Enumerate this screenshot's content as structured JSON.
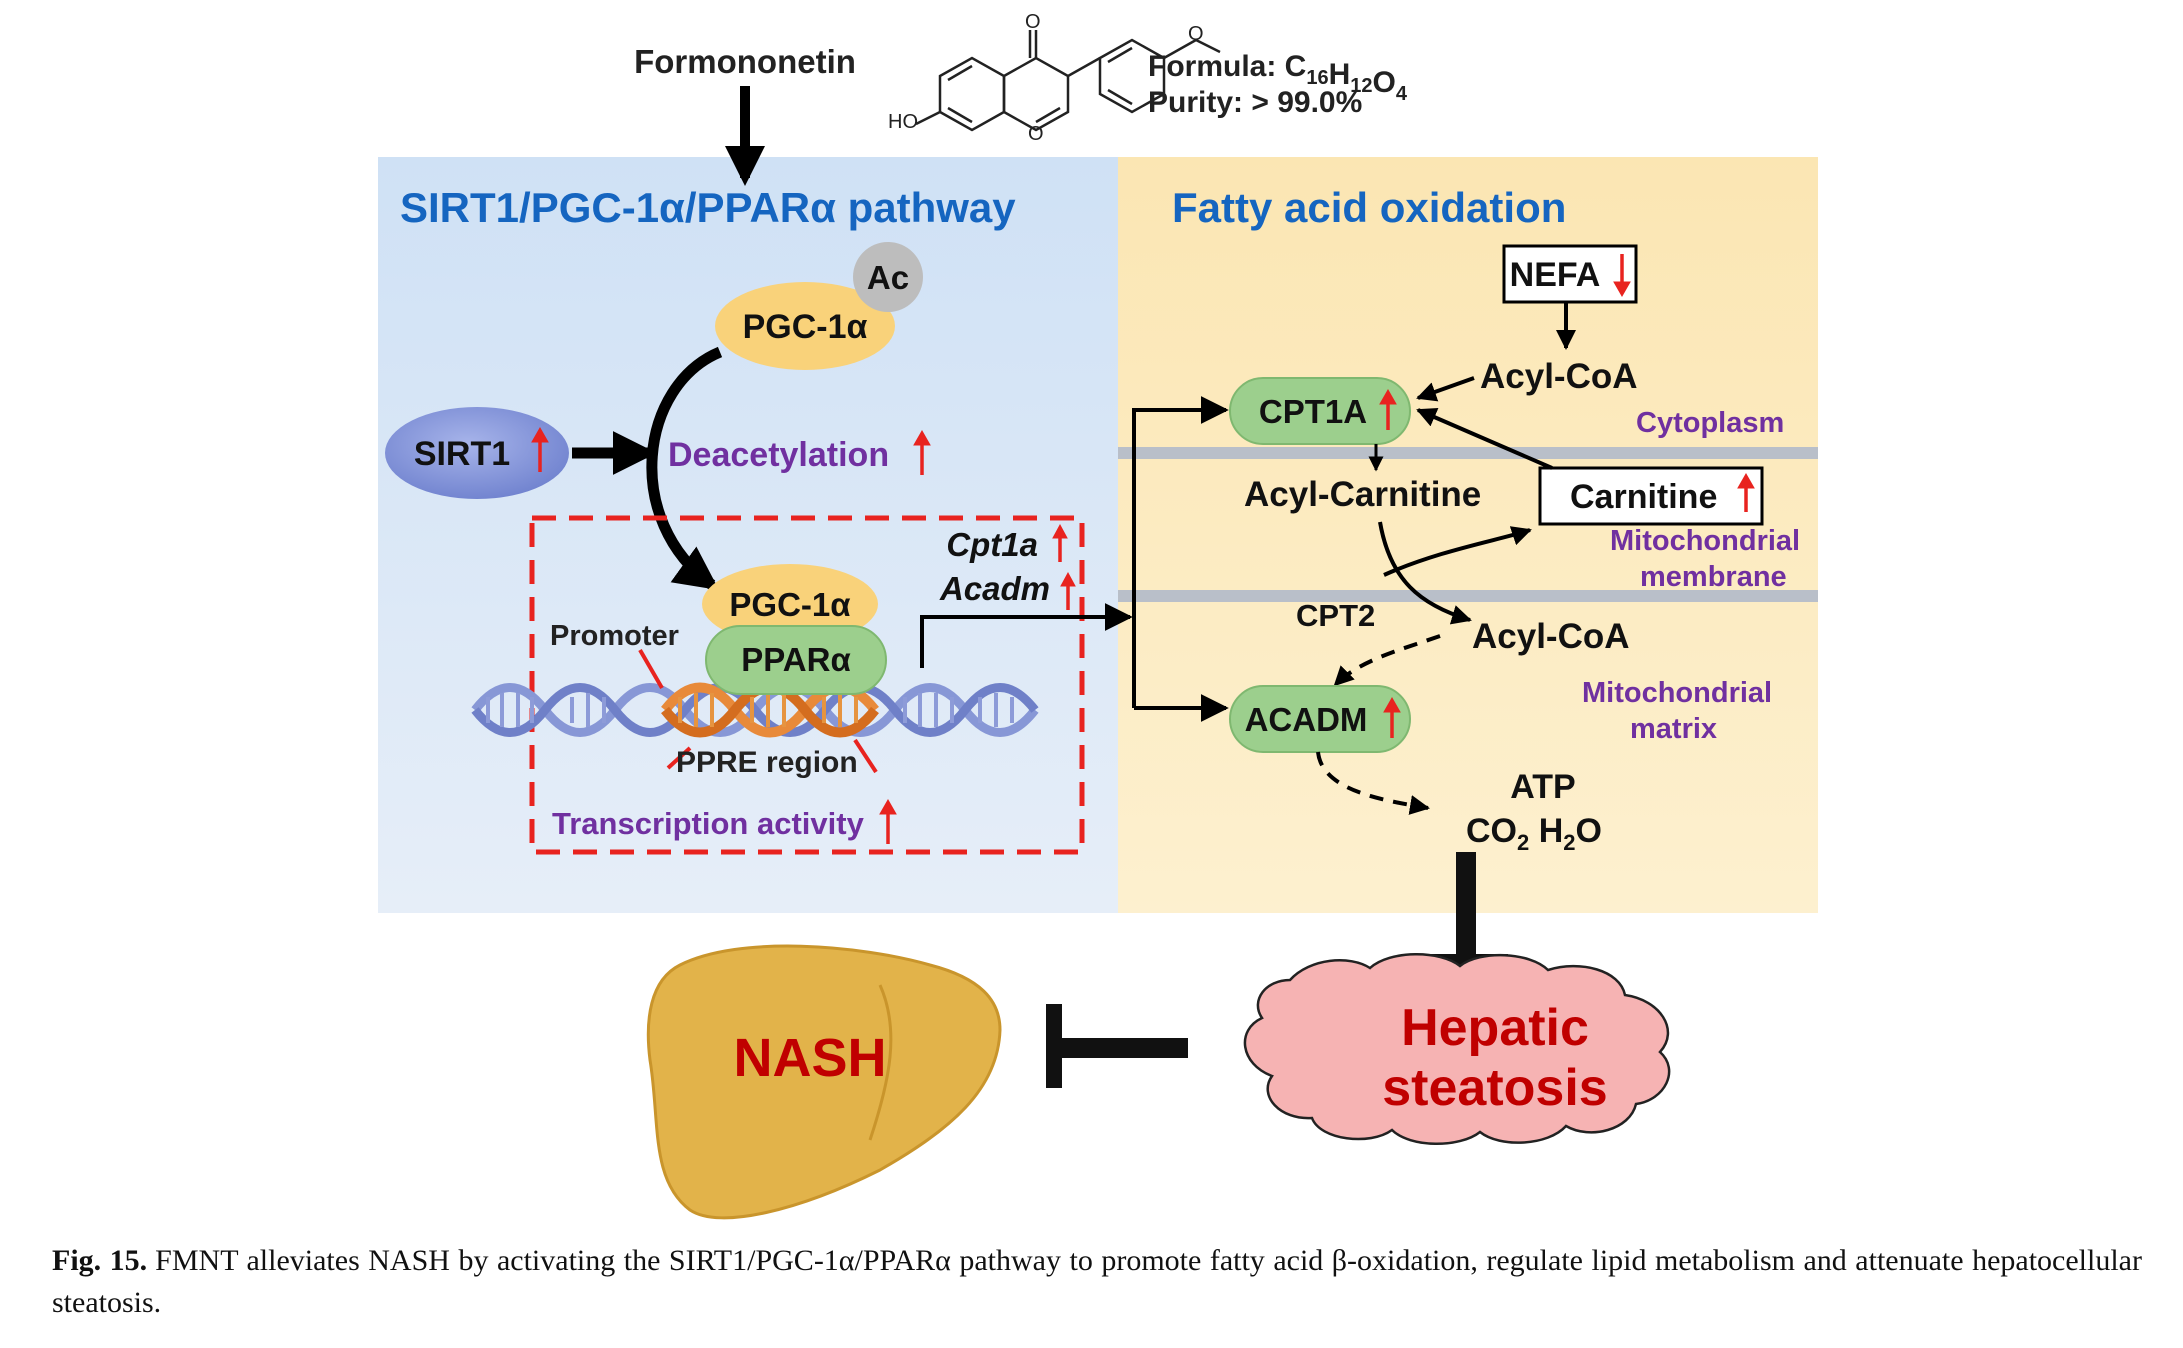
{
  "compound": {
    "name": "Formononetin",
    "formula_prefix": "Formula: ",
    "formula": [
      [
        "C",
        "16"
      ],
      [
        "H",
        "12"
      ],
      [
        "O",
        "4"
      ]
    ],
    "purity": "Purity: > 99.0%",
    "ho_label": "HO"
  },
  "left_panel": {
    "title": "SIRT1/PGC-1α/PPARα pathway",
    "ac": "Ac",
    "pgc_top": "PGC-1α",
    "sirt1": "SIRT1",
    "deacetylation": "Deacetylation",
    "promoter": "Promoter",
    "pgc_bottom": "PGC-1α",
    "ppar": "PPARα",
    "ppre": "PPRE region",
    "genes": [
      "Cpt1a",
      "Acadm"
    ],
    "transcription": "Transcription activity"
  },
  "right_panel": {
    "title": "Fatty acid oxidation",
    "nefa": "NEFA",
    "acyl_coa_top": "Acyl-CoA",
    "cpt1a": "CPT1A",
    "cytoplasm": "Cytoplasm",
    "acyl_carnitine": "Acyl-Carnitine",
    "carnitine": "Carnitine",
    "mito_membrane": [
      "Mitochondrial",
      "membrane"
    ],
    "cpt2": "CPT2",
    "acyl_coa_bottom": "Acyl-CoA",
    "acadm": "ACADM",
    "mito_matrix": [
      "Mitochondrial",
      "matrix"
    ],
    "atp": "ATP",
    "products": [
      [
        "CO",
        "2"
      ],
      [
        "H",
        "2",
        "O"
      ]
    ]
  },
  "outcome": {
    "nash": "NASH",
    "steatosis": [
      "Hepatic",
      "steatosis"
    ]
  },
  "caption": {
    "label": "Fig. 15.",
    "text": "FMNT alleviates NASH by activating the SIRT1/PGC-1α/PPARα pathway to promote fatty acid β-oxidation, regulate lipid metabolism and attenuate hepatocellular steatosis."
  },
  "colors": {
    "title_blue": "#1565c0",
    "purple": "#6a2c91",
    "up_arrow_red": "#e8231f",
    "dark_red": "#c00000",
    "green_node": "#9ccf8d",
    "orange_node": "#f9d27a",
    "sirt1_node": "#7e8fd6",
    "liver": "#e2b34a",
    "cloud": "#f6b3b3"
  }
}
